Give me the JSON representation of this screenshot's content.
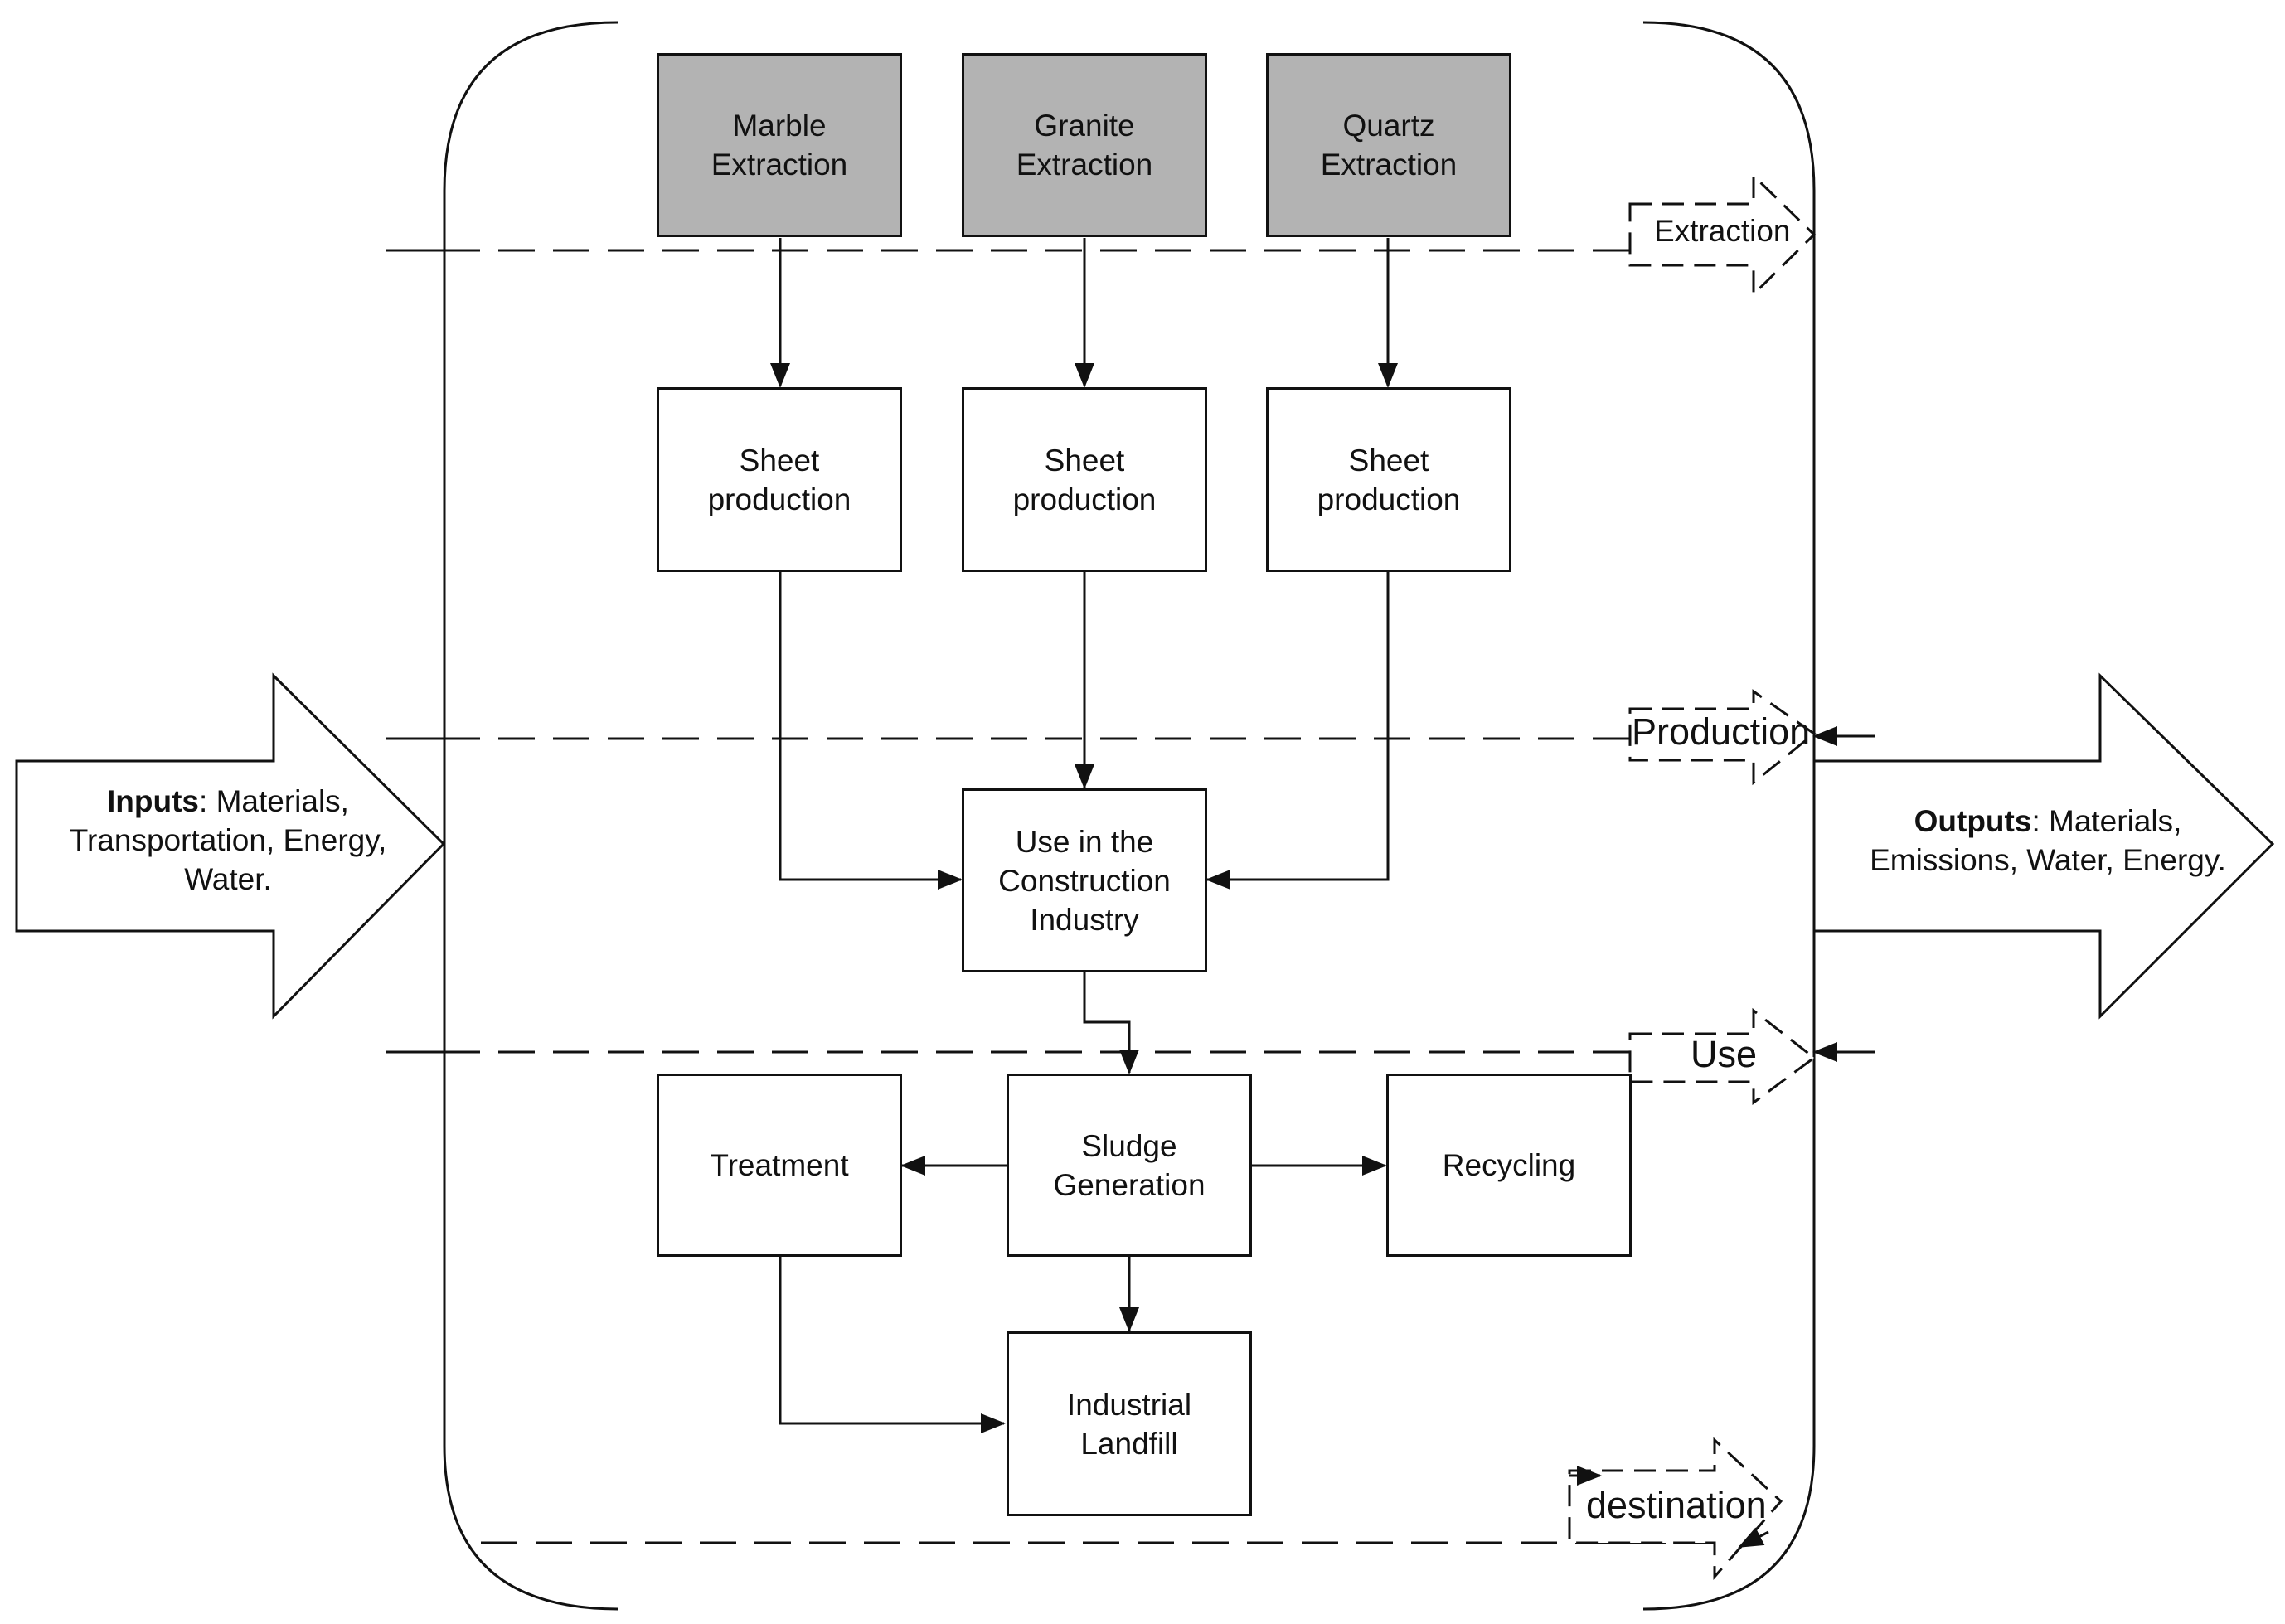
{
  "diagram": {
    "processes": {
      "marble_extraction": "Marble\nExtraction",
      "granite_extraction": "Granite\nExtraction",
      "quartz_extraction": "Quartz\nExtraction",
      "sheet_production_1": "Sheet\nproduction",
      "sheet_production_2": "Sheet\nproduction",
      "sheet_production_3": "Sheet\nproduction",
      "use_construction": "Use in the\nConstruction\nIndustry",
      "treatment": "Treatment",
      "sludge_generation": "Sludge\nGeneration",
      "recycling": "Recycling",
      "industrial_landfill": "Industrial\nLandfill"
    },
    "stages": {
      "extraction": "Extraction",
      "production": "Production",
      "use": "Use",
      "destination": "destination"
    },
    "inputs": {
      "heading": "Inputs",
      "text": ": Materials, Transportation, Energy, Water."
    },
    "outputs": {
      "heading": "Outputs",
      "text": ": Materials, Emissions, Water, Energy."
    },
    "colors": {
      "extraction_fill": "#b3b3b3",
      "process_fill": "#ffffff",
      "line": "#111111"
    }
  }
}
